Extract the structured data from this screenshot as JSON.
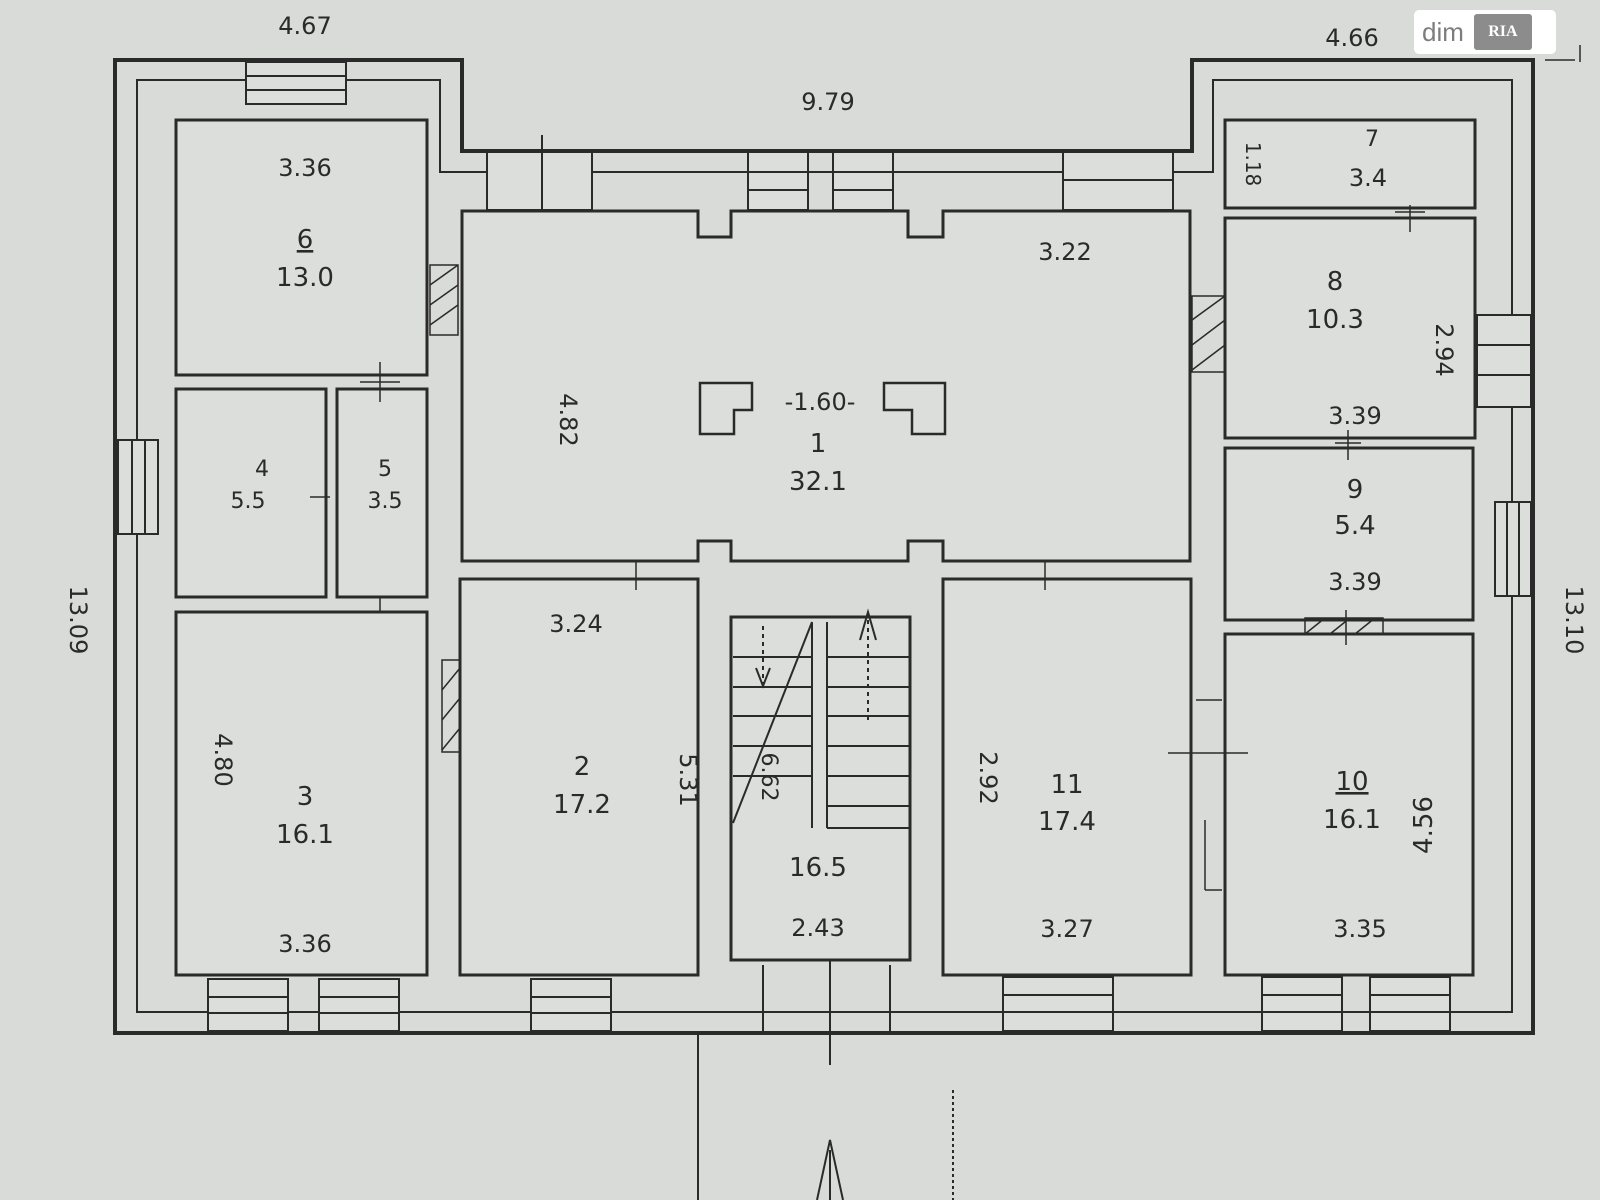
{
  "outer_dims": {
    "top_left": "4.67",
    "top_center": "9.79",
    "top_right": "4.66",
    "left_side": "13.09",
    "right_side": "13.10"
  },
  "rooms": [
    {
      "id": "room-1",
      "number": "1",
      "area": "32.1",
      "dim_a": "-1.60-",
      "dim_b": "3.22",
      "dim_c": "4.82"
    },
    {
      "id": "room-2",
      "number": "2",
      "area": "17.2",
      "dim_a": "3.24",
      "dim_b": "5.31"
    },
    {
      "id": "room-3",
      "number": "3",
      "area": "16.1",
      "dim_a": "3.36",
      "dim_b": "4.80"
    },
    {
      "id": "room-4",
      "number": "4",
      "area": "5.5"
    },
    {
      "id": "room-5",
      "number": "5",
      "area": "3.5"
    },
    {
      "id": "room-6",
      "number": "6",
      "area": "13.0",
      "dim_a": "3.36"
    },
    {
      "id": "room-7",
      "number": "7",
      "area": "3.4",
      "dim_b": "1.18"
    },
    {
      "id": "room-8",
      "number": "8",
      "area": "10.3",
      "dim_a": "3.39",
      "dim_b": "2.94"
    },
    {
      "id": "room-9",
      "number": "9",
      "area": "5.4",
      "dim_a": "3.39"
    },
    {
      "id": "room-10",
      "number": "10",
      "area": "16.1",
      "dim_a": "3.35",
      "dim_b": "4.56"
    },
    {
      "id": "room-11",
      "number": "11",
      "area": "17.4",
      "dim_a": "3.27",
      "dim_b": "2.92"
    },
    {
      "id": "stair",
      "area": "16.5",
      "dim_a": "2.43",
      "dim_b": "6.62"
    }
  ],
  "watermark": {
    "text": "dim",
    "logo": "RIA"
  },
  "colors": {
    "paper": "#d9dbd8",
    "line": "#2a2a2a"
  }
}
